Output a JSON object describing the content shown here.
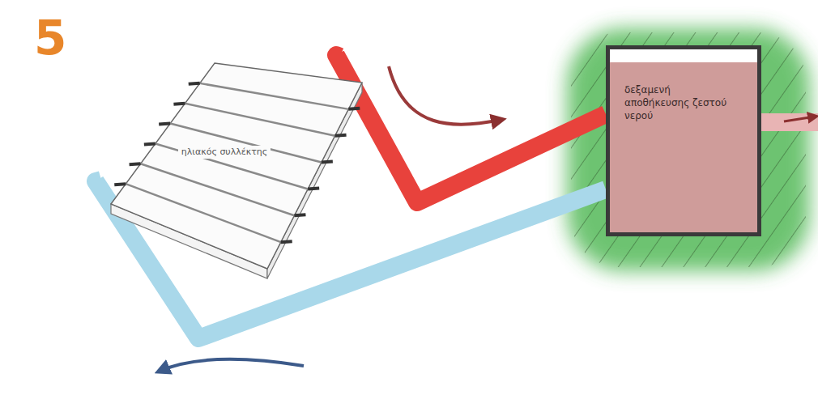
{
  "diagram": {
    "nodes": [
      {
        "text": [
          "ηλιακός συλλέκτης"
        ]
      },
      {
        "text": [
          "δεξαμενή αποθήκευσης ζεστού νερού"
        ]
      }
    ],
    "edges": [
      {
        "from": 0,
        "to": 1,
        "arrow": "none"
      },
      {
        "from": 1,
        "to": 0,
        "arrow": "none"
      }
    ],
    "labels": [
      "5"
    ]
  }
}
